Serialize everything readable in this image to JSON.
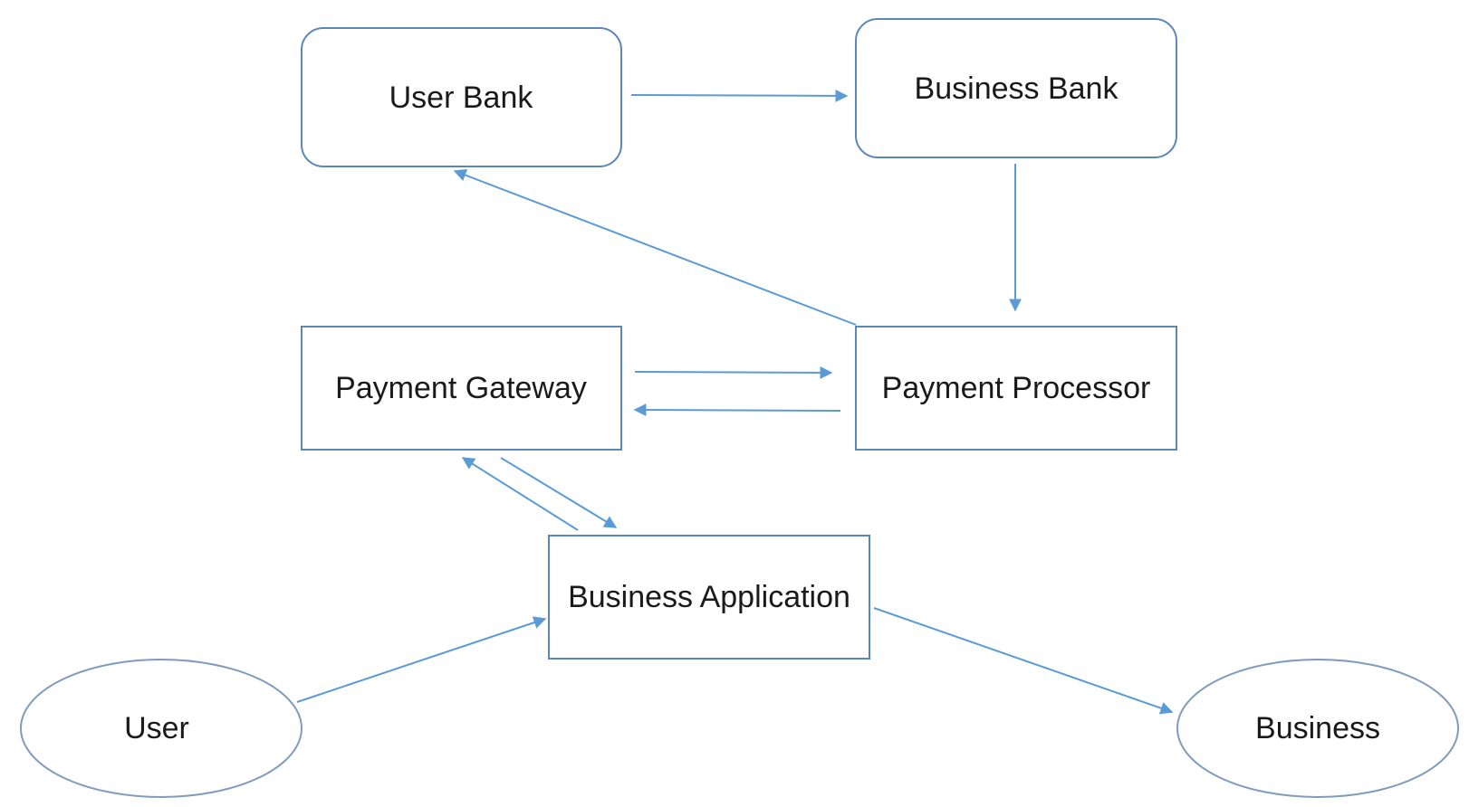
{
  "diagram": {
    "colors": {
      "node_border": "#5b86b8",
      "oval_border": "#7f9bbd",
      "arrow": "#5b9bd5",
      "text": "#1a1a1a"
    },
    "nodes": {
      "user_bank": "User Bank",
      "business_bank": "Business Bank",
      "payment_gateway": "Payment Gateway",
      "payment_processor": "Payment Processor",
      "business_application": "Business Application",
      "user": "User",
      "business": "Business"
    },
    "edges": [
      {
        "from": "User Bank",
        "to": "Business Bank"
      },
      {
        "from": "Business Bank",
        "to": "Payment Processor"
      },
      {
        "from": "Payment Processor",
        "to": "User Bank"
      },
      {
        "from": "Payment Gateway",
        "to": "Payment Processor"
      },
      {
        "from": "Payment Processor",
        "to": "Payment Gateway"
      },
      {
        "from": "Payment Gateway",
        "to": "Business Application"
      },
      {
        "from": "Business Application",
        "to": "Payment Gateway"
      },
      {
        "from": "User",
        "to": "Business Application"
      },
      {
        "from": "Business Application",
        "to": "Business"
      }
    ]
  }
}
